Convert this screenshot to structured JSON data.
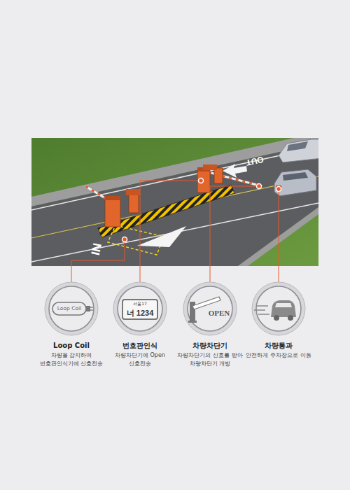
{
  "diagram": {
    "nodes": [
      {
        "text": [
          "Loop Coil",
          "차량을 감지하여 번호판인식기에 신호전송"
        ]
      },
      {
        "text": [
          "번호판인식",
          "차량차단기에 Open 신호전송"
        ]
      },
      {
        "text": [
          "차량차단기",
          "차량차단기의 신호를 받아 차량차단기 개방"
        ]
      },
      {
        "text": [
          "차량통과",
          "안전하게 주차장으로 이동"
        ]
      }
    ],
    "labels": [
      "OUT",
      "IN",
      "Loop Coil",
      "서울17",
      "너 1234",
      "OPEN"
    ]
  }
}
